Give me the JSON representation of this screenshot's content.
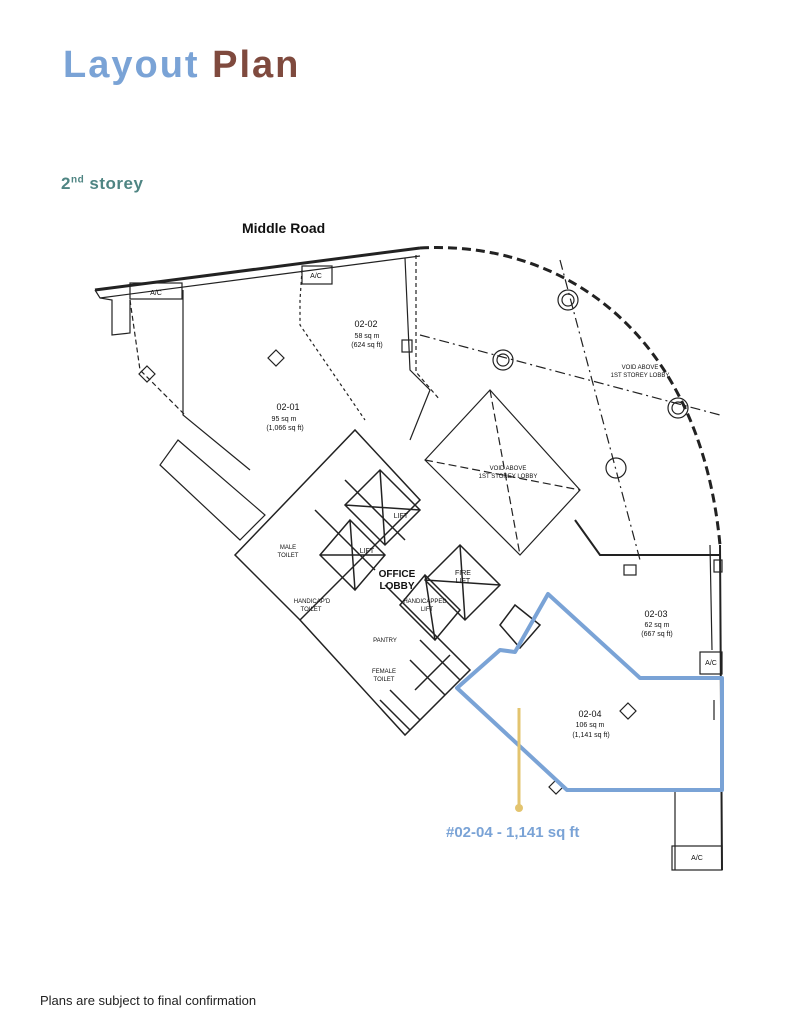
{
  "header": {
    "title_part1": "Layout",
    "title_part2": "Plan",
    "storey_num": "2",
    "storey_suffix": "nd",
    "storey_word": "storey"
  },
  "plan": {
    "road": "Middle Road",
    "units": [
      {
        "id": "02-01",
        "sqm": "95 sq m",
        "sqft": "(1,066 sq ft)"
      },
      {
        "id": "02-02",
        "sqm": "58 sq m",
        "sqft": "(624 sq ft)"
      },
      {
        "id": "02-03",
        "sqm": "62 sq m",
        "sqft": "(667 sq ft)"
      },
      {
        "id": "02-04",
        "sqm": "106 sq m",
        "sqft": "(1,141 sq ft)"
      }
    ],
    "rooms": {
      "office_lobby_1": "OFFICE",
      "office_lobby_2": "LOBBY",
      "lift": "LIFT",
      "lift2": "LIFT",
      "fire_lift_1": "FIRE",
      "fire_lift_2": "LIFT",
      "hc_lift_1": "HANDICAPPED",
      "hc_lift_2": "LIFT",
      "male_1": "MALE",
      "male_2": "TOILET",
      "hc_toilet_1": "HANDICAP'D",
      "hc_toilet_2": "TOILET",
      "female_1": "FEMALE",
      "female_2": "TOILET",
      "pantry": "PANTRY",
      "void_1": "VOID ABOVE",
      "void_2": "1ST STOREY LOBBY",
      "ac": "A/C"
    },
    "highlight_label": "#02-04 - 1,141 sq ft",
    "highlight_color": "#7aa3d6",
    "pin_color": "#e3c46f"
  },
  "footer": {
    "note": "Plans are subject to final confirmation"
  }
}
